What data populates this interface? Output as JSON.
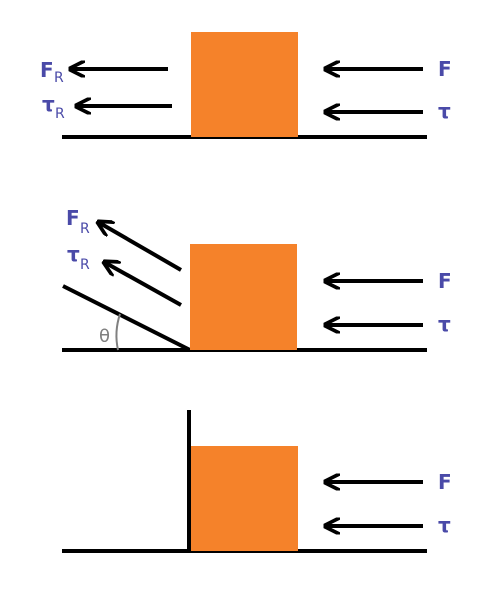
{
  "colors": {
    "block": "#f5822a",
    "line": "#000000",
    "label": "#4a4aa8",
    "angle": "#808080"
  },
  "panels": [
    {
      "applied_force_label": "F",
      "applied_torque_label": "τ",
      "reaction_force_label": "F",
      "reaction_force_sub": "R",
      "reaction_torque_label": "τ",
      "reaction_torque_sub": "R"
    },
    {
      "applied_force_label": "F",
      "applied_torque_label": "τ",
      "reaction_force_label": "F",
      "reaction_force_sub": "R",
      "reaction_torque_label": "τ",
      "reaction_torque_sub": "R",
      "angle_label": "θ"
    },
    {
      "applied_force_label": "F",
      "applied_torque_label": "τ"
    }
  ]
}
